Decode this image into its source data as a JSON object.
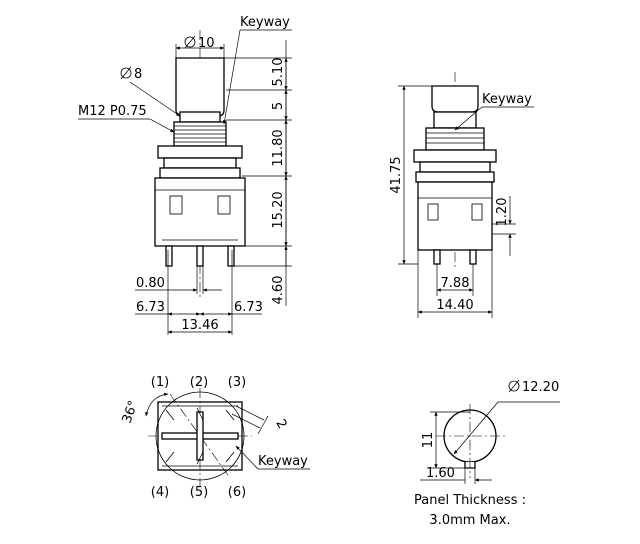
{
  "front_view": {
    "d_button": "10",
    "d_shaft": "8",
    "thread": "M12 P0.75",
    "keyway": "Keyway",
    "h_button": "5.10",
    "h_collar": "5",
    "h_thread": "11.80",
    "h_body": "15.20",
    "h_pins": "4.60",
    "pin_w": "0.80",
    "left_offset": "6.73",
    "right_offset": "6.73",
    "width": "13.46"
  },
  "side_view": {
    "keyway": "Keyway",
    "height": "41.75",
    "pin_len": "1.20",
    "pin_pitch": "7.88",
    "width": "14.40"
  },
  "bottom_view": {
    "pins_top": [
      "(1)",
      "(2)",
      "(3)"
    ],
    "pins_bottom": [
      "(4)",
      "(5)",
      "(6)"
    ],
    "angle": "36°",
    "slot": "2",
    "keyway": "Keyway"
  },
  "panel_cutout": {
    "diameter": "12.20",
    "flat": "11",
    "key_w": "1.60",
    "thickness_label": "Panel Thickness :",
    "thickness_value": "3.0mm Max."
  }
}
